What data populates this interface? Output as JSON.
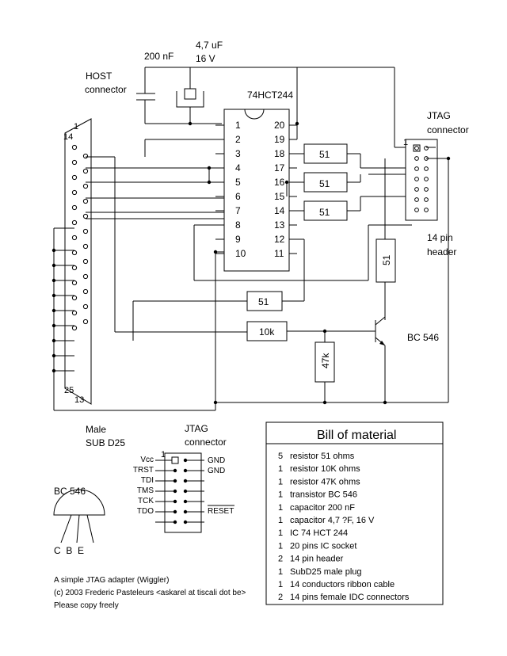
{
  "labels": {
    "cap_200nf": "200 nF",
    "cap_47uf_line1": "4,7 uF",
    "cap_47uf_line2": "16 V",
    "host_line1": "HOST",
    "host_line2": "connector",
    "ic_name": "74HCT244",
    "jtag_line1": "JTAG",
    "jtag_line2": "connector",
    "header_line1": "14 pin",
    "header_line2": "header",
    "transistor": "BC 546",
    "db25_pin1": "1",
    "db25_pin14": "14",
    "db25_pin25": "25",
    "db25_pin13": "13",
    "jtag_pin1": "1",
    "male_line1": "Male",
    "male_line2": "SUB D25",
    "bc546_label": "BC 546",
    "bc546_pins": "C  B  E",
    "credit1": "A simple JTAG adapter (Wiggler)",
    "credit2": "(c) 2003 Frederic Pasteleurs <askarel at tiscali dot be>",
    "credit3": "Please copy freely"
  },
  "ic_pins_left": [
    "1",
    "2",
    "3",
    "4",
    "5",
    "6",
    "7",
    "8",
    "9",
    "10"
  ],
  "ic_pins_right": [
    "20",
    "19",
    "18",
    "17",
    "16",
    "15",
    "14",
    "13",
    "12",
    "11"
  ],
  "resistors": {
    "r1": "51",
    "r2": "51",
    "r3": "51",
    "r4": "51",
    "r5": "51",
    "r10k": "10k",
    "r47k": "47k"
  },
  "jtag_pinout": {
    "pin1": "1",
    "left": [
      "Vcc",
      "TRST",
      "TDI",
      "TMS",
      "TCK",
      "TDO"
    ],
    "right": [
      "GND",
      "GND",
      "RESET"
    ]
  },
  "bom": {
    "title": "Bill of material",
    "items": [
      {
        "qty": "5",
        "desc": "resistor   51 ohms"
      },
      {
        "qty": "1",
        "desc": "resistor   10K ohms"
      },
      {
        "qty": "1",
        "desc": "resistor   47K ohms"
      },
      {
        "qty": "1",
        "desc": "transistor BC 546"
      },
      {
        "qty": "1",
        "desc": "capacitor  200 nF"
      },
      {
        "qty": "1",
        "desc": "capacitor  4,7 ?F, 16 V"
      },
      {
        "qty": "1",
        "desc": "IC           74 HCT 244"
      },
      {
        "qty": "1",
        "desc": "20 pins IC socket"
      },
      {
        "qty": "2",
        "desc": "14 pin header"
      },
      {
        "qty": "1",
        "desc": "SubD25 male plug"
      },
      {
        "qty": "1",
        "desc": "14 conductors ribbon cable"
      },
      {
        "qty": "2",
        "desc": "14 pins female IDC connectors"
      }
    ]
  }
}
